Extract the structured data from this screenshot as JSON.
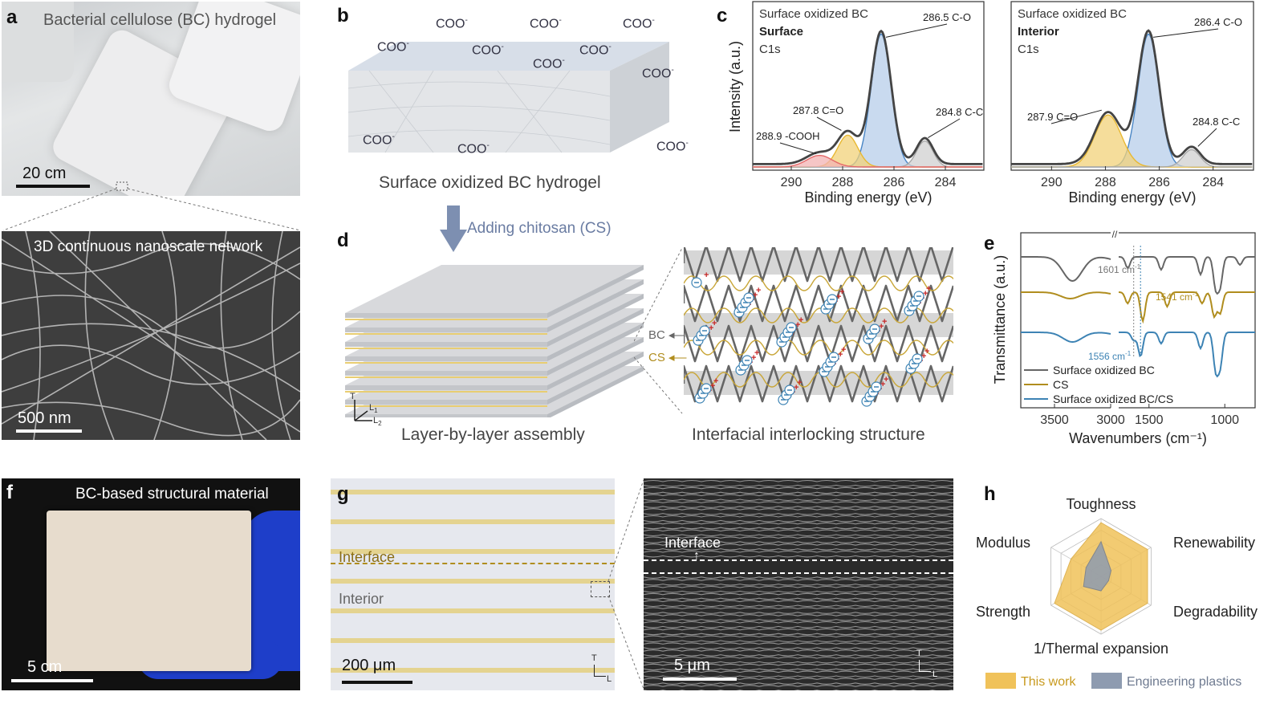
{
  "panels": {
    "a": {
      "label": "a",
      "title": "Bacterial cellulose (BC) hydrogel",
      "scale": "20 cm",
      "sem_title": "3D continuous nanoscale network",
      "sem_scale": "500 nm"
    },
    "b": {
      "label": "b",
      "group": "COO",
      "group_sup": "-",
      "caption": "Surface oxidized BC hydrogel",
      "arrow_label": "Adding chitosan (CS)"
    },
    "c": {
      "label": "c",
      "left": {
        "title": "Surface oxidized BC",
        "sub": "Surface",
        "c1s": "C1s",
        "peaks": [
          "286.5 C-O",
          "287.8 C=O",
          "284.8 C-C",
          "288.9 -COOH"
        ]
      },
      "right": {
        "title": "Surface oxidized BC",
        "sub": "Interior",
        "c1s": "C1s",
        "peaks": [
          "286.4 C-O",
          "287.9 C=O",
          "284.8 C-C"
        ]
      }
    },
    "d": {
      "label": "d",
      "bc": "BC",
      "cs": "CS",
      "axis_t": "T",
      "axis_l1": "L",
      "axis_l1_sub": "1",
      "axis_l2": "L",
      "axis_l2_sub": "2",
      "caption_left": "Layer-by-layer assembly",
      "caption_right": "Interfacial interlocking structure"
    },
    "e": {
      "label": "e",
      "ann1": "1601 cm",
      "ann2": "1541 cm",
      "ann3": "1556 cm",
      "ann_sup": "-1"
    },
    "f": {
      "label": "f",
      "title": "BC-based structural material",
      "scale": "5 cm"
    },
    "g": {
      "label": "g",
      "interface": "Interface",
      "interior": "Interior",
      "scale": "200 μm",
      "sem_interface": "Interface",
      "sem_scale": "5 μm",
      "axis_t": "T",
      "axis_l": "L"
    },
    "h": {
      "label": "h"
    }
  },
  "chart_data": [
    {
      "type": "line",
      "id": "c-left",
      "xlabel": "Binding energy (eV)",
      "ylabel": "Intensity (a.u.)",
      "xlim": [
        291.5,
        282.5
      ],
      "xticks": [
        290,
        288,
        286,
        284
      ],
      "series": [
        {
          "name": "286.5 C-O",
          "center": 286.5,
          "height": 0.92,
          "width": 0.55
        },
        {
          "name": "287.8 C=O",
          "center": 287.8,
          "height": 0.22,
          "width": 0.55
        },
        {
          "name": "284.8 C-C",
          "center": 284.8,
          "height": 0.18,
          "width": 0.45
        },
        {
          "name": "288.9 -COOH",
          "center": 288.9,
          "height": 0.08,
          "width": 0.7
        }
      ]
    },
    {
      "type": "line",
      "id": "c-right",
      "xlabel": "Binding energy (eV)",
      "xlim": [
        291.5,
        282.5
      ],
      "xticks": [
        290,
        288,
        286,
        284
      ],
      "series": [
        {
          "name": "286.4 C-O",
          "center": 286.4,
          "height": 0.92,
          "width": 0.55
        },
        {
          "name": "287.9 C=O",
          "center": 287.9,
          "height": 0.36,
          "width": 0.7
        },
        {
          "name": "284.8 C-C",
          "center": 284.8,
          "height": 0.12,
          "width": 0.45
        }
      ]
    },
    {
      "type": "line",
      "id": "e",
      "xlabel": "Wavenumbers (cm⁻¹)",
      "ylabel": "Transmittance (a.u.)",
      "xticks": [
        3500,
        3000,
        1500,
        1000
      ],
      "series": [
        {
          "name": "Surface oxidized BC",
          "color": "#666666"
        },
        {
          "name": "CS",
          "color": "#b08d1e"
        },
        {
          "name": "Surface oxidized BC/CS",
          "color": "#3d83b4"
        }
      ]
    },
    {
      "type": "radar",
      "id": "h",
      "axes": [
        "Toughness",
        "Renewability",
        "Degradability",
        "1/Thermal expansion",
        "Strength",
        "Modulus"
      ],
      "series": [
        {
          "name": "This work",
          "color": "#f0c25a",
          "values": [
            0.93,
            0.93,
            0.93,
            0.93,
            0.93,
            0.6
          ]
        },
        {
          "name": "Engineering plastics",
          "color": "#8e9bb0",
          "values": [
            0.6,
            0.2,
            0.15,
            0.25,
            0.35,
            0.3
          ]
        }
      ]
    }
  ]
}
